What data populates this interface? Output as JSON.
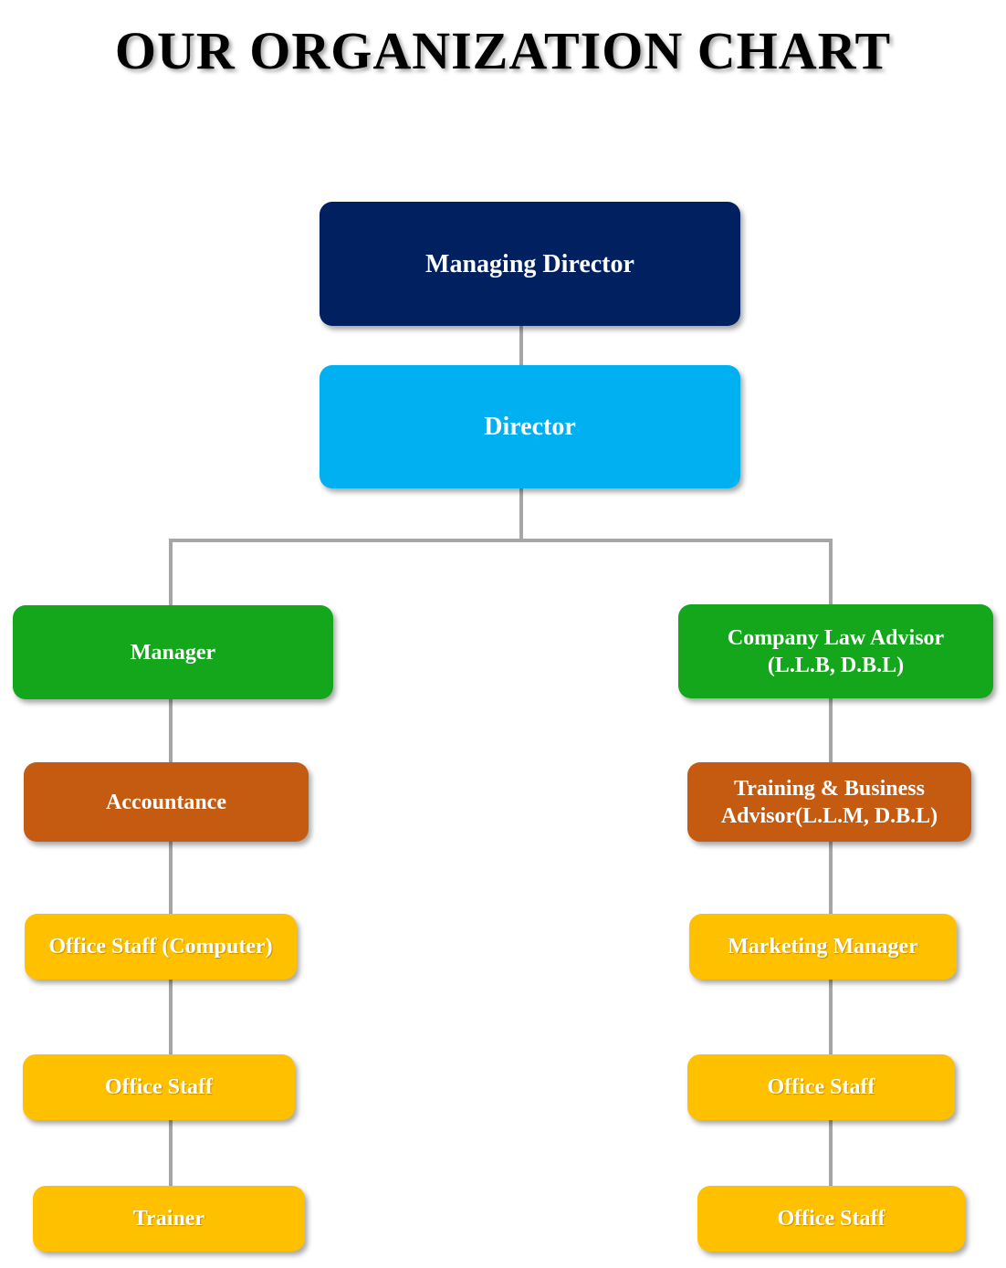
{
  "title": "OUR ORGANIZATION CHART",
  "colors": {
    "managing_director": "#002060",
    "director": "#00b0f0",
    "level2": "#14a71b",
    "level3": "#c55a11",
    "staff": "#ffc000",
    "connector": "#a6a6a6"
  },
  "nodes": {
    "managing_director": "Managing Director",
    "director": "Director",
    "left": {
      "manager": "Manager",
      "accountance": "Accountance",
      "office_staff_computer": "Office Staff (Computer)",
      "office_staff": "Office Staff",
      "trainer": "Trainer"
    },
    "right": {
      "company_law_advisor": "Company Law Advisor\n(L.L.B, D.B.L)",
      "training_business_advisor": "Training & Business\nAdvisor(L.L.M, D.B.L)",
      "marketing_manager": "Marketing Manager",
      "office_staff_1": "Office Staff",
      "office_staff_2": "Office Staff"
    }
  }
}
